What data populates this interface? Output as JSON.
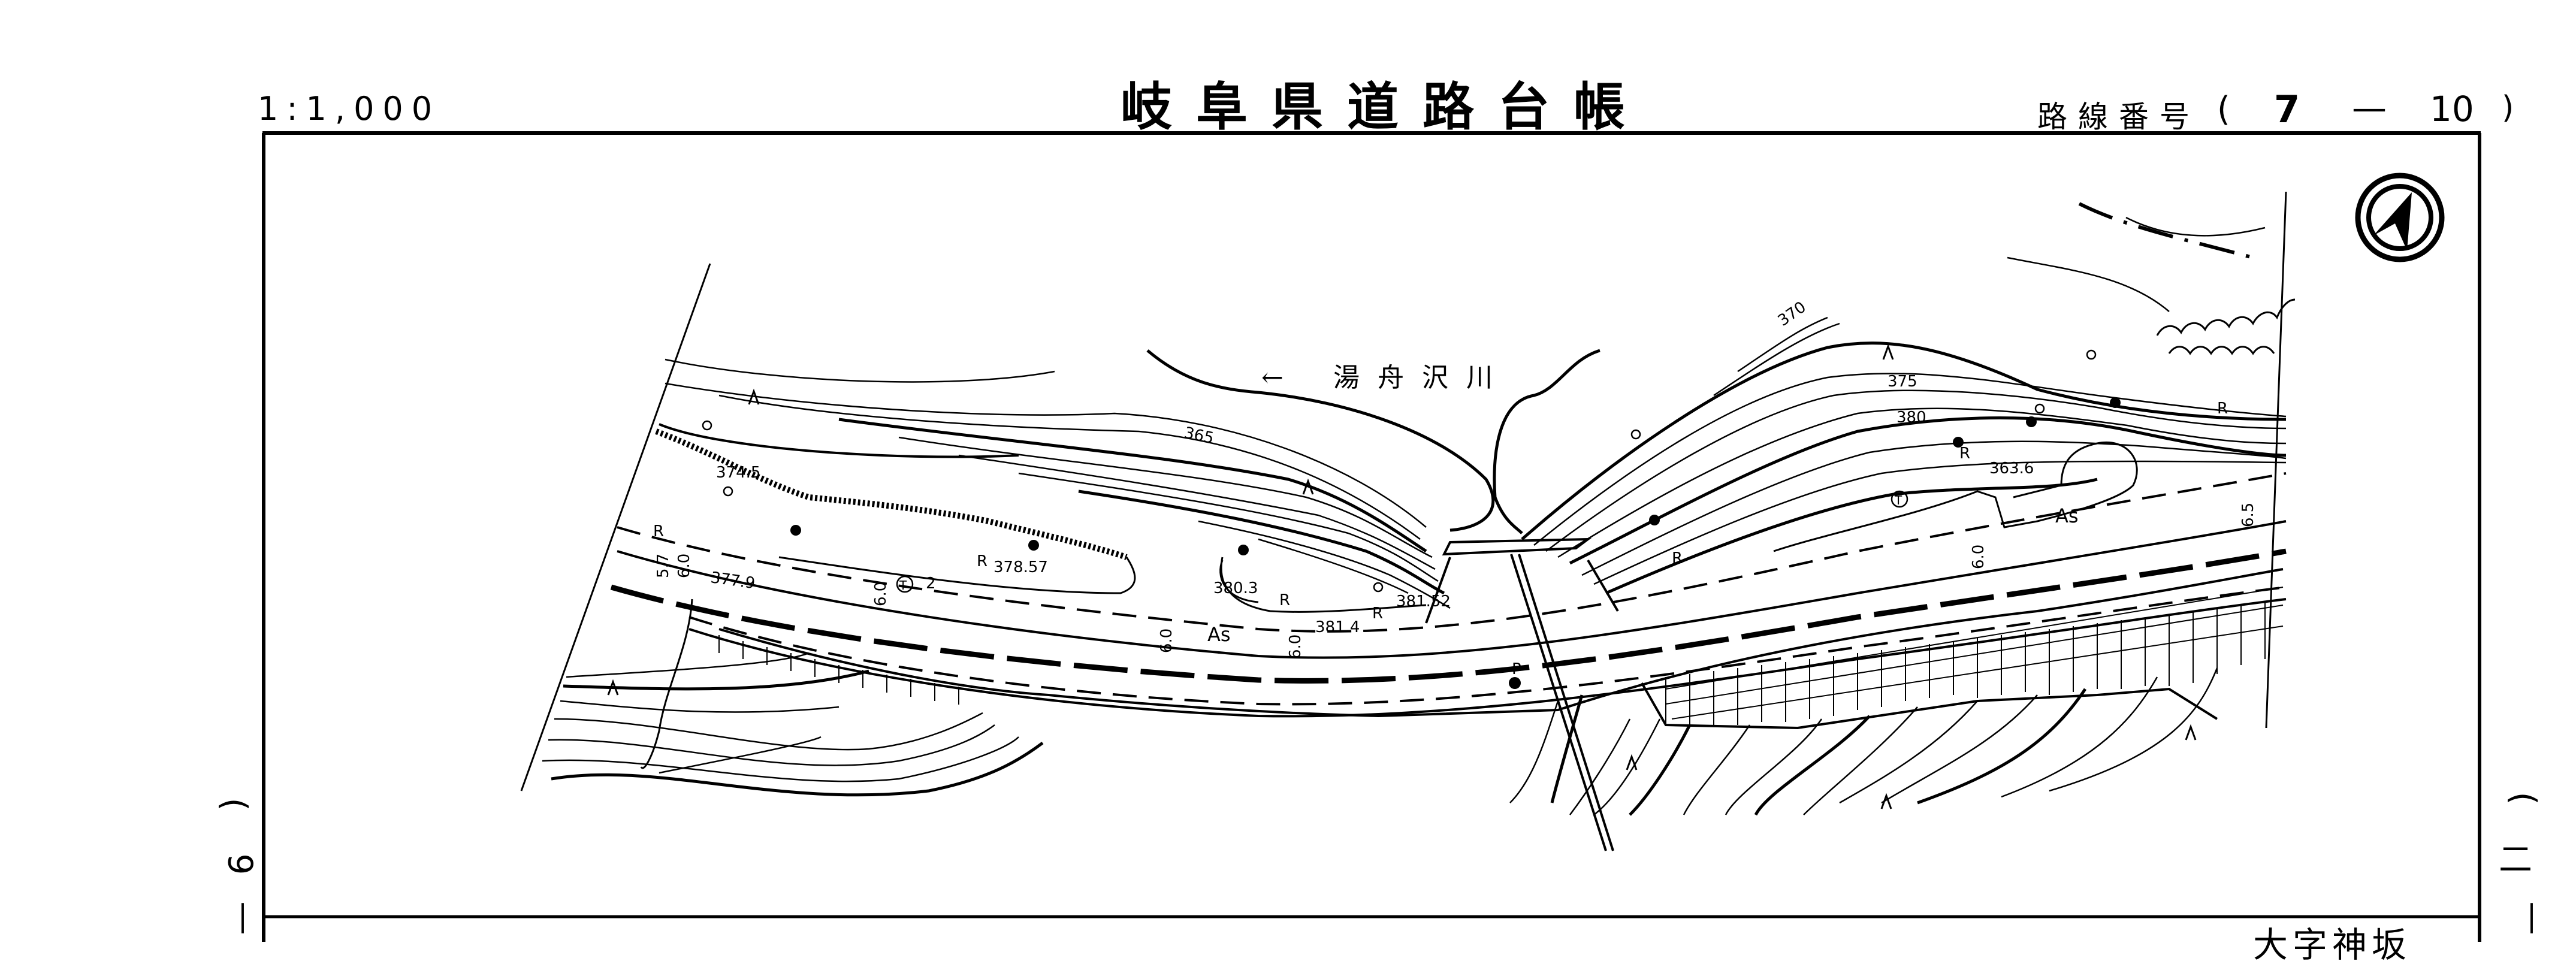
{
  "header": {
    "scale": "1:1,000",
    "title": "岐阜県道路台帳",
    "route_label": "路線番号",
    "route_open": "(",
    "route_major": "7",
    "route_dash": "—",
    "route_minor": "10",
    "route_close": ")"
  },
  "margins": {
    "left_open": "(",
    "left_number": "9",
    "left_dash": "—",
    "right_open": "(",
    "right_number": "二",
    "right_dash": "—"
  },
  "footer": {
    "locality": "大字神坂"
  },
  "map": {
    "river_name": "湯舟沢川",
    "river_arrow": "←",
    "north_arrow_icon": "compass-north-arrow",
    "contour_labels": [
      "365",
      "370",
      "375",
      "380"
    ],
    "spot_heights": [
      "374.5",
      "377.9",
      "378.57",
      "380.3",
      "381.4",
      "381.52",
      "363.6"
    ],
    "surface_labels": [
      "As",
      "As"
    ],
    "width_labels": [
      "5.7",
      "6.0",
      "6.0",
      "6.0",
      "6.0",
      "6.0",
      "6.5"
    ],
    "retaining_labels": [
      "R",
      "R",
      "R",
      "R",
      "R",
      "R",
      "R"
    ],
    "symbol_labels": [
      "T",
      "T",
      "2",
      "P"
    ],
    "line_color": "#000000",
    "paper_color": "#ffffff"
  }
}
